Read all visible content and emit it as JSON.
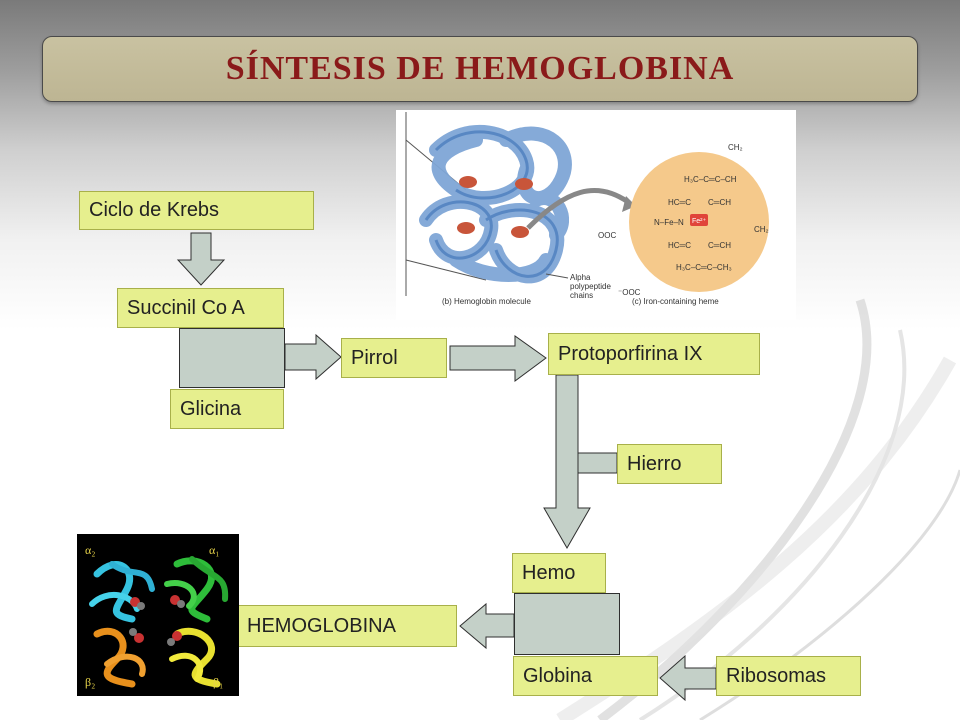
{
  "title": "SÍNTESIS DE HEMOGLOBINA",
  "nodes": {
    "ciclo_krebs": "Ciclo de Krebs",
    "succinil": "Succinil Co A",
    "glicina": "Glicina",
    "pirrol": "Pirrol",
    "protoporfirina": "Protoporfirina IX",
    "hierro": "Hierro",
    "hemo": "Hemo",
    "globina": "Globina",
    "ribosomas": "Ribosomas",
    "hemoglobina": "HEMOGLOBINA"
  },
  "figure": {
    "hemoglobin_caption": "(b) Hemoglobin molecule",
    "heme_caption": "(c) Iron-containing heme",
    "chains_label_1": "Alpha",
    "chains_label_2": "polypeptide",
    "chains_label_3": "chains",
    "iron_label": "Fe²⁺"
  },
  "subunits": {
    "a2": "α₂",
    "a1": "α₁",
    "b2": "β₂",
    "b1": "β₁"
  },
  "colors": {
    "box_fill": "#e6ef8e",
    "arrow_fill": "#c4d0c8",
    "title_fill": "#c4bc9a",
    "title_text": "#8a1a1a"
  }
}
